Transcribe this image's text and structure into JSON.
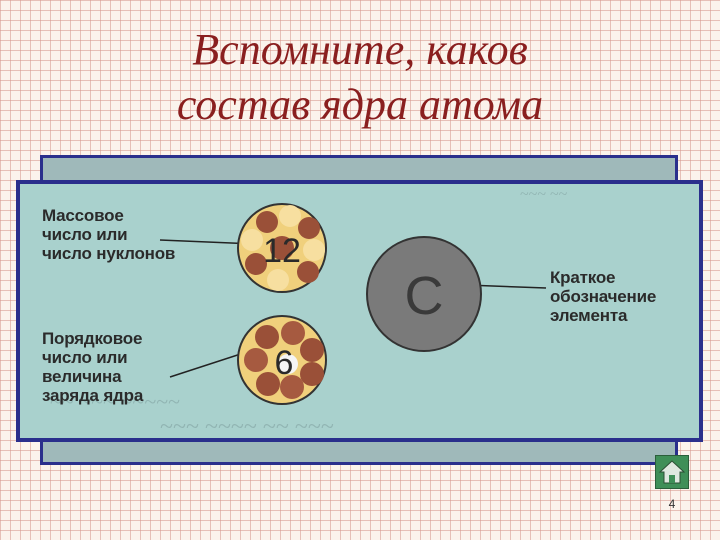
{
  "slide": {
    "title_lines": [
      "Вспомните, каков",
      "состав ядра атома"
    ],
    "mass_label_lines": [
      "Массовое",
      "число или",
      "число нуклонов"
    ],
    "order_label_lines": [
      "Порядковое",
      "число или",
      "величина",
      "заряда ядра"
    ],
    "symbol_label_lines": [
      "Краткое",
      "обозначение",
      "элемента"
    ],
    "mass_number": "12",
    "atomic_number": "6",
    "element_symbol": "C",
    "page_number": "4",
    "home_icon": "home-icon"
  },
  "colors": {
    "title": "#8a1f1f",
    "panel": "#a9d1cd",
    "panel_border": "#2a2f8c",
    "nucleus_fill": "#f0d07c",
    "element_circle": "#7a7a7a"
  }
}
